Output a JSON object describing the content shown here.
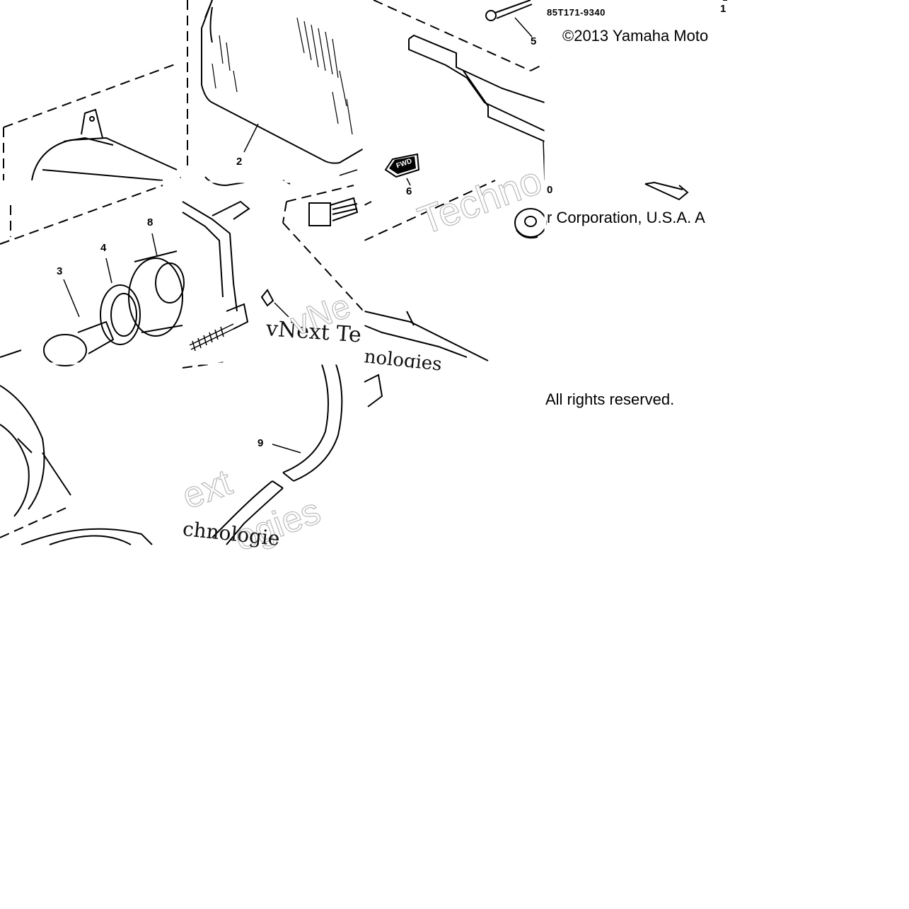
{
  "diagram": {
    "part_code": "85T171-9340",
    "copyright_line1": "©2013 Yamaha Moto",
    "copyright_line2": "r Corporation, U.S.A. A",
    "copyright_line3": "All rights reserved.",
    "callouts": {
      "c1": "1",
      "c2": "2",
      "c3": "3",
      "c4": "4",
      "c5": "5",
      "c6": "6",
      "c8": "8",
      "c9": "9",
      "c10": "0"
    },
    "marker_text": "FWD",
    "watermarks": {
      "w_techno": "Techno",
      "w_vnext_serif": "vNext Te",
      "w_vne": "vNe",
      "w_nologies": "nologies",
      "w_ext": "ext",
      "w_ogies": "ogies",
      "w_chnologie": "chnologie"
    }
  }
}
